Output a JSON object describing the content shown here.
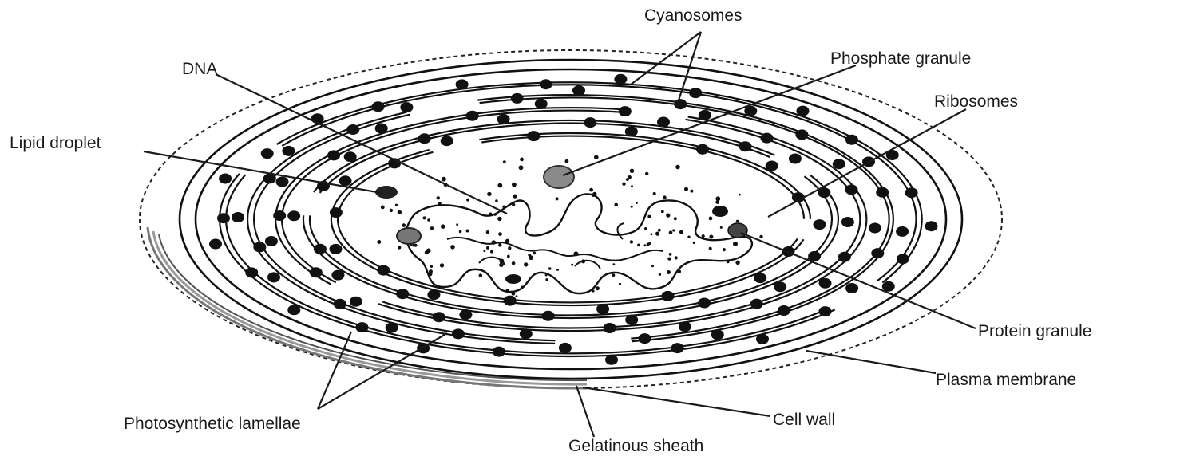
{
  "diagram": {
    "labels": {
      "cyanosomes": "Cyanosomes",
      "phosphate_granule": "Phosphate granule",
      "dna": "DNA",
      "ribosomes": "Ribosomes",
      "lipid_droplet": "Lipid droplet",
      "protein_granule": "Protein granule",
      "plasma_membrane": "Plasma membrane",
      "photosynthetic_lamellae": "Photosynthetic lamellae",
      "cell_wall": "Cell wall",
      "gelatinous_sheath": "Gelatinous sheath"
    },
    "colors": {
      "ink": "#111111",
      "background": "#ffffff",
      "granule_fill": "#8a8a8a"
    }
  }
}
